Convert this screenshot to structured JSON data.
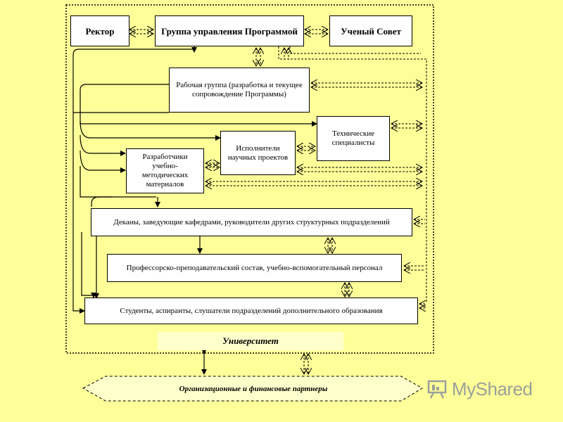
{
  "boxes": {
    "rector": "Ректор",
    "program_group": "Группа управления Программой",
    "academic_council": "Ученый Совет",
    "working_group": "Рабочая группа (разработка и текущее сопровождение Программы)",
    "technical_specialists": "Технические специалисты",
    "research_executors": "Исполнители научных проектов",
    "method_developers": "Разработчики учебно-методических материалов",
    "deans": "Деканы, заведующие кафедрами, руководители других структурных подразделений",
    "teaching_staff": "Профессорско-преподавательский состав, учебно-вспомогательный персонал",
    "students": "Студенты, аспиранты, слушатели подразделений дополнительного образования"
  },
  "university_label": "Университет",
  "partners_label": "Организационные и финансовые партнеры",
  "watermark": {
    "text": "MyShared",
    "icon": "presentation-board-icon"
  },
  "colors": {
    "background": "#FFFF99",
    "box_fill": "#FFFFFF",
    "line": "#000000",
    "label_fill": "#FFFFCC"
  }
}
